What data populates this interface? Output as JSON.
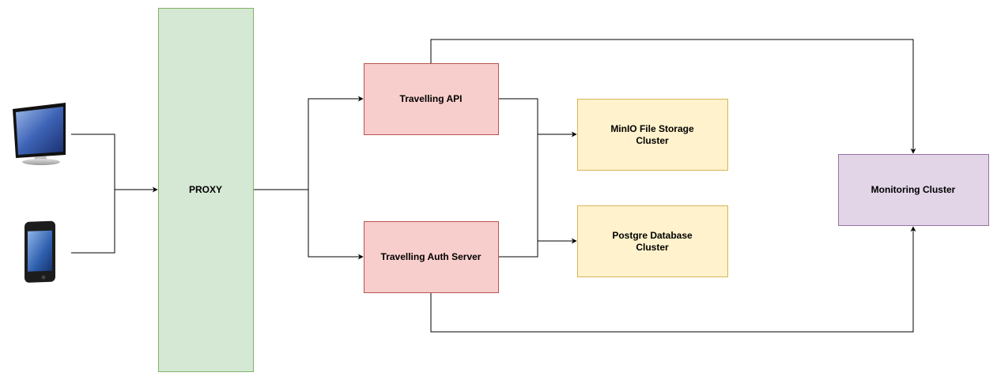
{
  "nodes": {
    "proxy": {
      "label": "PROXY"
    },
    "travelling_api": {
      "label": "Travelling API"
    },
    "auth_server": {
      "label": "Travelling Auth Server"
    },
    "minio": {
      "line1": "MinIO File Storage",
      "line2": "Cluster"
    },
    "postgres": {
      "line1": "Postgre Database",
      "line2": "Cluster"
    },
    "monitoring": {
      "label": "Monitoring Cluster"
    }
  },
  "clients": {
    "desktop": {
      "icon": "desktop-monitor-icon"
    },
    "phone": {
      "icon": "smartphone-icon"
    }
  },
  "colors": {
    "proxy_fill": "#d5e8d4",
    "proxy_stroke": "#82b366",
    "service_fill": "#f8cecc",
    "service_stroke": "#b85450",
    "storage_fill": "#fff2cc",
    "storage_stroke": "#d6b656",
    "monitoring_fill": "#e1d5e7",
    "monitoring_stroke": "#9673a6",
    "edge": "#000000"
  }
}
